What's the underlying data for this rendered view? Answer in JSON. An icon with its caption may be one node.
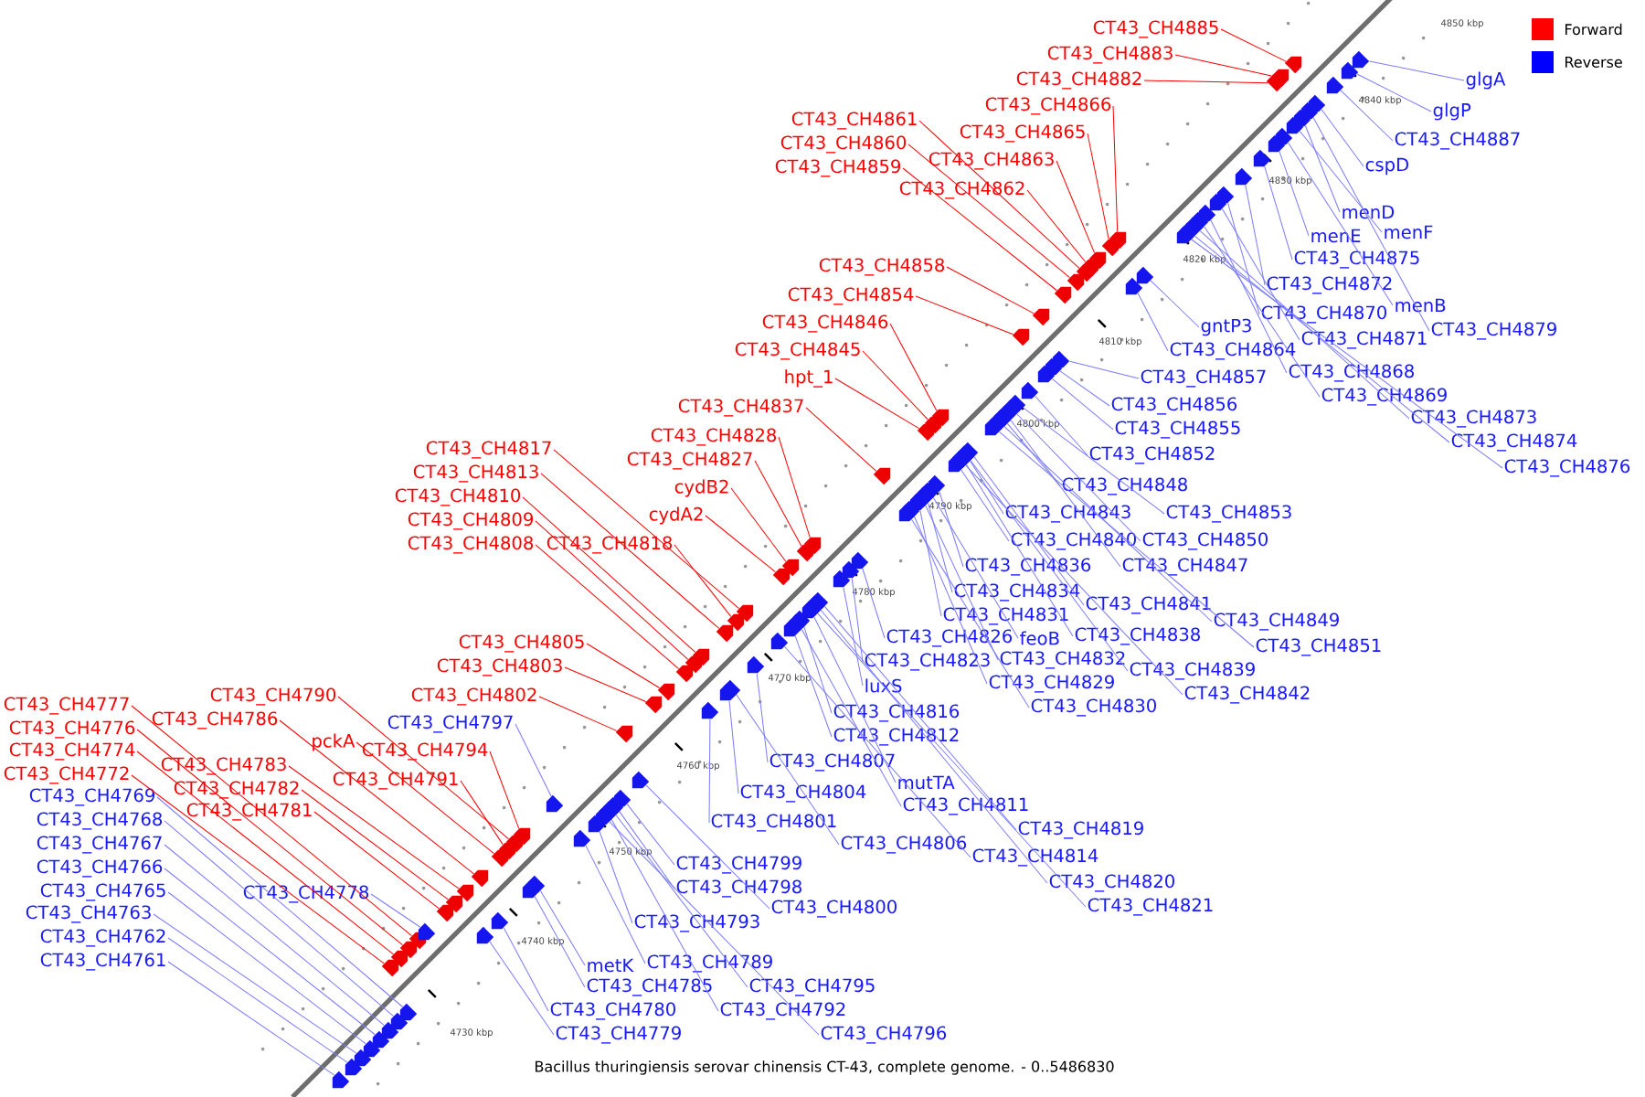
{
  "diagram": {
    "caption": "Bacillus thuringiensis serovar chinensis CT-43, complete genome. - 0..5486830",
    "nodes": [
      {
        "text": [
          "CT43_CH4885"
        ]
      },
      {
        "text": [
          "CT43_CH4883"
        ]
      },
      {
        "text": [
          "CT43_CH4882"
        ]
      },
      {
        "text": [
          "CT43_CH4866"
        ]
      },
      {
        "text": [
          "CT43_CH4865"
        ]
      },
      {
        "text": [
          "CT43_CH4861"
        ]
      },
      {
        "text": [
          "CT43_CH4860"
        ]
      },
      {
        "text": [
          "CT43_CH4863"
        ]
      },
      {
        "text": [
          "CT43_CH4859"
        ]
      },
      {
        "text": [
          "CT43_CH4862"
        ]
      },
      {
        "text": [
          "CT43_CH4858"
        ]
      },
      {
        "text": [
          "CT43_CH4854"
        ]
      },
      {
        "text": [
          "CT43_CH4846"
        ]
      },
      {
        "text": [
          "CT43_CH4845"
        ]
      },
      {
        "text": [
          "hpt_1"
        ]
      },
      {
        "text": [
          "CT43_CH4837"
        ]
      },
      {
        "text": [
          "CT43_CH4828"
        ]
      },
      {
        "text": [
          "CT43_CH4827"
        ]
      },
      {
        "text": [
          "CT43_CH4817"
        ]
      },
      {
        "text": [
          "CT43_CH4813"
        ]
      },
      {
        "text": [
          "cydB2"
        ]
      },
      {
        "text": [
          "cydA2"
        ]
      },
      {
        "text": [
          "CT43_CH4810"
        ]
      },
      {
        "text": [
          "CT43_CH4809"
        ]
      },
      {
        "text": [
          "CT43_CH4818"
        ]
      },
      {
        "text": [
          "CT43_CH4808"
        ]
      },
      {
        "text": [
          "CT43_CH4805"
        ]
      },
      {
        "text": [
          "CT43_CH4803"
        ]
      },
      {
        "text": [
          "CT43_CH4802"
        ]
      },
      {
        "text": [
          "CT43_CH4790"
        ]
      },
      {
        "text": [
          "CT43_CH4786"
        ]
      },
      {
        "text": [
          "pckA"
        ]
      },
      {
        "text": [
          "CT43_CH4794"
        ]
      },
      {
        "text": [
          "CT43_CH4783"
        ]
      },
      {
        "text": [
          "CT43_CH4791"
        ]
      },
      {
        "text": [
          "CT43_CH4782"
        ]
      },
      {
        "text": [
          "CT43_CH4781"
        ]
      },
      {
        "text": [
          "CT43_CH4777"
        ]
      },
      {
        "text": [
          "CT43_CH4776"
        ]
      },
      {
        "text": [
          "CT43_CH4774"
        ]
      },
      {
        "text": [
          "CT43_CH4772"
        ]
      },
      {
        "text": [
          "glgA"
        ]
      },
      {
        "text": [
          "glgP"
        ]
      },
      {
        "text": [
          "CT43_CH4887"
        ]
      },
      {
        "text": [
          "cspD"
        ]
      },
      {
        "text": [
          "menD"
        ]
      },
      {
        "text": [
          "menF"
        ]
      },
      {
        "text": [
          "menE"
        ]
      },
      {
        "text": [
          "CT43_CH4875"
        ]
      },
      {
        "text": [
          "CT43_CH4872"
        ]
      },
      {
        "text": [
          "menB"
        ]
      },
      {
        "text": [
          "CT43_CH4870"
        ]
      },
      {
        "text": [
          "CT43_CH4879"
        ]
      },
      {
        "text": [
          "CT43_CH4871"
        ]
      },
      {
        "text": [
          "gntP3"
        ]
      },
      {
        "text": [
          "CT43_CH4864"
        ]
      },
      {
        "text": [
          "CT43_CH4857"
        ]
      },
      {
        "text": [
          "CT43_CH4868"
        ]
      },
      {
        "text": [
          "CT43_CH4869"
        ]
      },
      {
        "text": [
          "CT43_CH4856"
        ]
      },
      {
        "text": [
          "CT43_CH4873"
        ]
      },
      {
        "text": [
          "CT43_CH4855"
        ]
      },
      {
        "text": [
          "CT43_CH4874"
        ]
      },
      {
        "text": [
          "CT43_CH4852"
        ]
      },
      {
        "text": [
          "CT43_CH4876"
        ]
      },
      {
        "text": [
          "CT43_CH4848"
        ]
      },
      {
        "text": [
          "CT43_CH4853"
        ]
      },
      {
        "text": [
          "CT43_CH4843"
        ]
      },
      {
        "text": [
          "CT43_CH4840"
        ]
      },
      {
        "text": [
          "CT43_CH4850"
        ]
      },
      {
        "text": [
          "CT43_CH4836"
        ]
      },
      {
        "text": [
          "CT43_CH4847"
        ]
      },
      {
        "text": [
          "CT43_CH4834"
        ]
      },
      {
        "text": [
          "CT43_CH4841"
        ]
      },
      {
        "text": [
          "CT43_CH4831"
        ]
      },
      {
        "text": [
          "CT43_CH4849"
        ]
      },
      {
        "text": [
          "CT43_CH4826"
        ]
      },
      {
        "text": [
          "feoB"
        ]
      },
      {
        "text": [
          "CT43_CH4838"
        ]
      },
      {
        "text": [
          "CT43_CH4851"
        ]
      },
      {
        "text": [
          "CT43_CH4823"
        ]
      },
      {
        "text": [
          "CT43_CH4832"
        ]
      },
      {
        "text": [
          "CT43_CH4829"
        ]
      },
      {
        "text": [
          "CT43_CH4839"
        ]
      },
      {
        "text": [
          "luxS"
        ]
      },
      {
        "text": [
          "CT43_CH4830"
        ]
      },
      {
        "text": [
          "CT43_CH4842"
        ]
      },
      {
        "text": [
          "CT43_CH4816"
        ]
      },
      {
        "text": [
          "CT43_CH4812"
        ]
      },
      {
        "text": [
          "CT43_CH4797"
        ]
      },
      {
        "text": [
          "CT43_CH4807"
        ]
      },
      {
        "text": [
          "mutTA"
        ]
      },
      {
        "text": [
          "CT43_CH4804"
        ]
      },
      {
        "text": [
          "CT43_CH4811"
        ]
      },
      {
        "text": [
          "CT43_CH4801"
        ]
      },
      {
        "text": [
          "CT43_CH4819"
        ]
      },
      {
        "text": [
          "CT43_CH4806"
        ]
      },
      {
        "text": [
          "CT43_CH4814"
        ]
      },
      {
        "text": [
          "CT43_CH4799"
        ]
      },
      {
        "text": [
          "CT43_CH4820"
        ]
      },
      {
        "text": [
          "CT43_CH4798"
        ]
      },
      {
        "text": [
          "CT43_CH4800"
        ]
      },
      {
        "text": [
          "CT43_CH4821"
        ]
      },
      {
        "text": [
          "CT43_CH4793"
        ]
      },
      {
        "text": [
          "CT43_CH4789"
        ]
      },
      {
        "text": [
          "metK"
        ]
      },
      {
        "text": [
          "CT43_CH4785"
        ]
      },
      {
        "text": [
          "CT43_CH4795"
        ]
      },
      {
        "text": [
          "CT43_CH4792"
        ]
      },
      {
        "text": [
          "CT43_CH4780"
        ]
      },
      {
        "text": [
          "CT43_CH4796"
        ]
      },
      {
        "text": [
          "CT43_CH4779"
        ]
      },
      {
        "text": [
          "CT43_CH4778"
        ]
      },
      {
        "text": [
          "CT43_CH4769"
        ]
      },
      {
        "text": [
          "CT43_CH4768"
        ]
      },
      {
        "text": [
          "CT43_CH4767"
        ]
      },
      {
        "text": [
          "CT43_CH4766"
        ]
      },
      {
        "text": [
          "CT43_CH4765"
        ]
      },
      {
        "text": [
          "CT43_CH4763"
        ]
      },
      {
        "text": [
          "CT43_CH4762"
        ]
      },
      {
        "text": [
          "CT43_CH4761"
        ]
      },
      {
        "text": [],
        "shape": "pentagon"
      },
      {
        "text": [],
        "shape": "pentagon"
      },
      {
        "text": [],
        "shape": "pentagon"
      },
      {
        "text": [],
        "shape": "pentagon"
      },
      {
        "text": [],
        "shape": "pentagon"
      },
      {
        "text": [],
        "shape": "pentagon"
      },
      {
        "text": [],
        "shape": "pentagon"
      },
      {
        "text": [],
        "shape": "pentagon"
      },
      {
        "text": [],
        "shape": "pentagon"
      },
      {
        "text": [],
        "shape": "pentagon"
      },
      {
        "text": [],
        "shape": "pentagon"
      },
      {
        "text": [],
        "shape": "pentagon"
      },
      {
        "text": [],
        "shape": "pentagon"
      },
      {
        "text": [],
        "shape": "pentagon"
      },
      {
        "text": [],
        "shape": "pentagon"
      },
      {
        "text": [],
        "shape": "pentagon"
      },
      {
        "text": [],
        "shape": "pentagon"
      },
      {
        "text": [],
        "shape": "pentagon"
      },
      {
        "text": [],
        "shape": "pentagon"
      },
      {
        "text": [],
        "shape": "pentagon"
      },
      {
        "text": [],
        "shape": "pentagon"
      },
      {
        "text": [],
        "shape": "pentagon"
      },
      {
        "text": [],
        "shape": "pentagon"
      },
      {
        "text": [],
        "shape": "pentagon"
      },
      {
        "text": [],
        "shape": "pentagon"
      },
      {
        "text": [],
        "shape": "pentagon"
      },
      {
        "text": [],
        "shape": "pentagon"
      },
      {
        "text": [],
        "shape": "pentagon"
      },
      {
        "text": [],
        "shape": "pentagon"
      },
      {
        "text": [],
        "shape": "pentagon"
      },
      {
        "text": [],
        "shape": "pentagon"
      },
      {
        "text": [],
        "shape": "pentagon"
      },
      {
        "text": [],
        "shape": "pentagon"
      },
      {
        "text": [],
        "shape": "pentagon"
      },
      {
        "text": [],
        "shape": "pentagon"
      },
      {
        "text": [],
        "shape": "pentagon"
      },
      {
        "text": [],
        "shape": "pentagon"
      },
      {
        "text": [],
        "shape": "pentagon"
      },
      {
        "text": [],
        "shape": "pentagon"
      },
      {
        "text": [],
        "shape": "pentagon"
      },
      {
        "text": [],
        "shape": "pentagon"
      },
      {
        "text": [],
        "shape": "pentagon"
      },
      {
        "text": [],
        "shape": "pentagon"
      },
      {
        "text": [],
        "shape": "pentagon"
      },
      {
        "text": [],
        "shape": "pentagon"
      },
      {
        "text": [],
        "shape": "pentagon"
      },
      {
        "text": [],
        "shape": "pentagon"
      },
      {
        "text": [],
        "shape": "pentagon"
      },
      {
        "text": [],
        "shape": "pentagon"
      },
      {
        "text": [],
        "shape": "pentagon"
      },
      {
        "text": [],
        "shape": "pentagon"
      },
      {
        "text": [],
        "shape": "pentagon"
      },
      {
        "text": [],
        "shape": "pentagon"
      },
      {
        "text": [],
        "shape": "pentagon"
      },
      {
        "text": [],
        "shape": "pentagon"
      },
      {
        "text": [],
        "shape": "pentagon"
      },
      {
        "text": [],
        "shape": "pentagon"
      },
      {
        "text": [],
        "shape": "pentagon"
      },
      {
        "text": [],
        "shape": "pentagon"
      },
      {
        "text": [],
        "shape": "pentagon"
      },
      {
        "text": [],
        "shape": "pentagon"
      },
      {
        "text": [],
        "shape": "pentagon"
      },
      {
        "text": [],
        "shape": "pentagon"
      },
      {
        "text": [],
        "shape": "pentagon"
      },
      {
        "text": [],
        "shape": "pentagon"
      },
      {
        "text": [],
        "shape": "pentagon"
      },
      {
        "text": [],
        "shape": "pentagon"
      },
      {
        "text": [],
        "shape": "pentagon"
      },
      {
        "text": [],
        "shape": "pentagon"
      },
      {
        "text": [],
        "shape": "pentagon"
      },
      {
        "text": [],
        "shape": "pentagon"
      },
      {
        "text": [],
        "shape": "pentagon"
      },
      {
        "text": [],
        "shape": "pentagon"
      },
      {
        "text": [],
        "shape": "pentagon"
      },
      {
        "text": [],
        "shape": "pentagon"
      },
      {
        "text": [],
        "shape": "pentagon"
      },
      {
        "text": [],
        "shape": "pentagon"
      },
      {
        "text": [],
        "shape": "pentagon"
      },
      {
        "text": [],
        "shape": "pentagon"
      },
      {
        "text": [],
        "shape": "pentagon"
      },
      {
        "text": [],
        "shape": "pentagon"
      },
      {
        "text": [],
        "shape": "pentagon"
      },
      {
        "text": [],
        "shape": "pentagon"
      },
      {
        "text": [],
        "shape": "pentagon"
      },
      {
        "text": [],
        "shape": "pentagon"
      },
      {
        "text": [],
        "shape": "pentagon"
      },
      {
        "text": [],
        "shape": "pentagon"
      },
      {
        "text": [],
        "shape": "pentagon"
      },
      {
        "text": [],
        "shape": "pentagon"
      },
      {
        "text": [],
        "shape": "pentagon"
      },
      {
        "text": [],
        "shape": "pentagon"
      },
      {
        "text": [],
        "shape": "pentagon"
      },
      {
        "text": [],
        "shape": "pentagon"
      },
      {
        "text": [],
        "shape": "pentagon"
      },
      {
        "text": [],
        "shape": "pentagon"
      },
      {
        "text": [],
        "shape": "pentagon"
      },
      {
        "text": [],
        "shape": "pentagon"
      },
      {
        "text": [],
        "shape": "pentagon"
      },
      {
        "text": [],
        "shape": "pentagon"
      },
      {
        "text": [],
        "shape": "pentagon"
      },
      {
        "text": [],
        "shape": "pentagon"
      },
      {
        "text": [],
        "shape": "pentagon"
      },
      {
        "text": [],
        "shape": "pentagon"
      },
      {
        "text": [],
        "shape": "pentagon"
      },
      {
        "text": [],
        "shape": "pentagon"
      },
      {
        "text": [],
        "shape": "pentagon"
      },
      {
        "text": [],
        "shape": "pentagon"
      },
      {
        "text": [],
        "shape": "pentagon"
      },
      {
        "text": [],
        "shape": "pentagon"
      },
      {
        "text": [],
        "shape": "pentagon"
      },
      {
        "text": [],
        "shape": "pentagon"
      },
      {
        "text": [],
        "shape": "pentagon"
      },
      {
        "text": [],
        "shape": "pentagon"
      },
      {
        "text": [],
        "shape": "pentagon"
      },
      {
        "text": [],
        "shape": "pentagon"
      },
      {
        "text": [],
        "shape": "pentagon"
      },
      {
        "text": [],
        "shape": "pentagon"
      },
      {
        "text": [],
        "shape": "pentagon"
      },
      {
        "text": [],
        "shape": "pentagon"
      },
      {
        "text": [],
        "shape": "pentagon"
      },
      {
        "text": [],
        "shape": "pentagon"
      }
    ],
    "edges": [
      {
        "from": 0,
        "to": 121,
        "arrow": "none",
        "color": "#ff0000"
      },
      {
        "from": 1,
        "to": 122,
        "arrow": "none",
        "color": "#ff0000"
      },
      {
        "from": 2,
        "to": 123,
        "arrow": "none",
        "color": "#ff0000"
      },
      {
        "from": 3,
        "to": 124,
        "arrow": "none",
        "color": "#ff0000"
      },
      {
        "from": 4,
        "to": 125,
        "arrow": "none",
        "color": "#ff0000"
      },
      {
        "from": 5,
        "to": 126,
        "arrow": "none",
        "color": "#ff0000"
      },
      {
        "from": 6,
        "to": 127,
        "arrow": "none",
        "color": "#ff0000"
      },
      {
        "from": 7,
        "to": 128,
        "arrow": "none",
        "color": "#ff0000"
      },
      {
        "from": 8,
        "to": 129,
        "arrow": "none",
        "color": "#ff0000"
      },
      {
        "from": 9,
        "to": 130,
        "arrow": "none",
        "color": "#ff0000"
      },
      {
        "from": 10,
        "to": 131,
        "arrow": "none",
        "color": "#ff0000"
      },
      {
        "from": 11,
        "to": 132,
        "arrow": "none",
        "color": "#ff0000"
      },
      {
        "from": 12,
        "to": 133,
        "arrow": "none",
        "color": "#ff0000"
      },
      {
        "from": 13,
        "to": 134,
        "arrow": "none",
        "color": "#ff0000"
      },
      {
        "from": 14,
        "to": 135,
        "arrow": "none",
        "color": "#ff0000"
      },
      {
        "from": 15,
        "to": 136,
        "arrow": "none",
        "color": "#ff0000"
      },
      {
        "from": 16,
        "to": 137,
        "arrow": "none",
        "color": "#ff0000"
      },
      {
        "from": 17,
        "to": 138,
        "arrow": "none",
        "color": "#ff0000"
      },
      {
        "from": 18,
        "to": 139,
        "arrow": "none",
        "color": "#ff0000"
      },
      {
        "from": 19,
        "to": 140,
        "arrow": "none",
        "color": "#ff0000"
      },
      {
        "from": 20,
        "to": 141,
        "arrow": "none",
        "color": "#ff0000"
      },
      {
        "from": 21,
        "to": 142,
        "arrow": "none",
        "color": "#ff0000"
      },
      {
        "from": 22,
        "to": 143,
        "arrow": "none",
        "color": "#ff0000"
      },
      {
        "from": 23,
        "to": 144,
        "arrow": "none",
        "color": "#ff0000"
      },
      {
        "from": 24,
        "to": 145,
        "arrow": "none",
        "color": "#ff0000"
      },
      {
        "from": 25,
        "to": 146,
        "arrow": "none",
        "color": "#ff0000"
      },
      {
        "from": 26,
        "to": 147,
        "arrow": "none",
        "color": "#ff0000"
      },
      {
        "from": 27,
        "to": 148,
        "arrow": "none",
        "color": "#ff0000"
      },
      {
        "from": 28,
        "to": 149,
        "arrow": "none",
        "color": "#ff0000"
      },
      {
        "from": 29,
        "to": 150,
        "arrow": "none",
        "color": "#ff0000"
      },
      {
        "from": 30,
        "to": 151,
        "arrow": "none",
        "color": "#ff0000"
      },
      {
        "from": 31,
        "to": 152,
        "arrow": "none",
        "color": "#ff0000"
      },
      {
        "from": 32,
        "to": 153,
        "arrow": "none",
        "color": "#ff0000"
      },
      {
        "from": 33,
        "to": 154,
        "arrow": "none",
        "color": "#ff0000"
      },
      {
        "from": 34,
        "to": 155,
        "arrow": "none",
        "color": "#ff0000"
      },
      {
        "from": 35,
        "to": 156,
        "arrow": "none",
        "color": "#ff0000"
      },
      {
        "from": 36,
        "to": 157,
        "arrow": "none",
        "color": "#ff0000"
      },
      {
        "from": 37,
        "to": 158,
        "arrow": "none",
        "color": "#ff0000"
      },
      {
        "from": 38,
        "to": 159,
        "arrow": "none",
        "color": "#ff0000"
      },
      {
        "from": 39,
        "to": 160,
        "arrow": "none",
        "color": "#ff0000"
      },
      {
        "from": 40,
        "to": 161,
        "arrow": "none",
        "color": "#ff0000"
      },
      {
        "from": 41,
        "to": 162,
        "arrow": "none"
      },
      {
        "from": 42,
        "to": 163,
        "arrow": "none"
      },
      {
        "from": 43,
        "to": 164,
        "arrow": "none"
      },
      {
        "from": 44,
        "to": 165,
        "arrow": "none"
      },
      {
        "from": 45,
        "to": 166,
        "arrow": "none"
      },
      {
        "from": 46,
        "to": 167,
        "arrow": "none"
      },
      {
        "from": 47,
        "to": 168,
        "arrow": "none"
      },
      {
        "from": 48,
        "to": 169,
        "arrow": "none"
      },
      {
        "from": 49,
        "to": 170,
        "arrow": "none"
      },
      {
        "from": 50,
        "to": 171,
        "arrow": "none"
      },
      {
        "from": 51,
        "to": 172,
        "arrow": "none"
      },
      {
        "from": 52,
        "to": 173,
        "arrow": "none"
      },
      {
        "from": 53,
        "to": 174,
        "arrow": "none"
      },
      {
        "from": 54,
        "to": 175,
        "arrow": "none"
      },
      {
        "from": 55,
        "to": 176,
        "arrow": "none"
      },
      {
        "from": 56,
        "to": 177,
        "arrow": "none"
      },
      {
        "from": 57,
        "to": 178,
        "arrow": "none"
      },
      {
        "from": 58,
        "to": 179,
        "arrow": "none"
      },
      {
        "from": 59,
        "to": 180,
        "arrow": "none"
      },
      {
        "from": 60,
        "to": 181,
        "arrow": "none"
      },
      {
        "from": 61,
        "to": 182,
        "arrow": "none"
      },
      {
        "from": 62,
        "to": 183,
        "arrow": "none"
      },
      {
        "from": 63,
        "to": 184,
        "arrow": "none"
      },
      {
        "from": 64,
        "to": 185,
        "arrow": "none"
      },
      {
        "from": 65,
        "to": 186,
        "arrow": "none"
      },
      {
        "from": 66,
        "to": 187,
        "arrow": "none"
      },
      {
        "from": 67,
        "to": 188,
        "arrow": "none"
      },
      {
        "from": 68,
        "to": 189,
        "arrow": "none"
      },
      {
        "from": 69,
        "to": 190,
        "arrow": "none"
      },
      {
        "from": 70,
        "to": 191,
        "arrow": "none"
      },
      {
        "from": 71,
        "to": 192,
        "arrow": "none"
      },
      {
        "from": 72,
        "to": 193,
        "arrow": "none"
      },
      {
        "from": 73,
        "to": 194,
        "arrow": "none"
      },
      {
        "from": 74,
        "to": 195,
        "arrow": "none"
      },
      {
        "from": 75,
        "to": 196,
        "arrow": "none"
      },
      {
        "from": 76,
        "to": 197,
        "arrow": "none"
      },
      {
        "from": 77,
        "to": 198,
        "arrow": "none"
      },
      {
        "from": 78,
        "to": 199,
        "arrow": "none"
      },
      {
        "from": 79,
        "to": 200,
        "arrow": "none"
      },
      {
        "from": 80,
        "to": 201,
        "arrow": "none"
      },
      {
        "from": 81,
        "to": 202,
        "arrow": "none"
      },
      {
        "from": 82,
        "to": 203,
        "arrow": "none"
      },
      {
        "from": 83,
        "to": 204,
        "arrow": "none"
      },
      {
        "from": 84,
        "to": 205,
        "arrow": "none"
      },
      {
        "from": 85,
        "to": 206,
        "arrow": "none"
      },
      {
        "from": 86,
        "to": 207,
        "arrow": "none"
      },
      {
        "from": 87,
        "to": 208,
        "arrow": "none"
      },
      {
        "from": 88,
        "to": 209,
        "arrow": "none"
      },
      {
        "from": 89,
        "to": 210,
        "arrow": "none"
      },
      {
        "from": 90,
        "to": 211,
        "arrow": "none"
      },
      {
        "from": 91,
        "to": 212,
        "arrow": "none"
      },
      {
        "from": 92,
        "to": 213,
        "arrow": "none"
      },
      {
        "from": 93,
        "to": 214,
        "arrow": "none"
      },
      {
        "from": 94,
        "to": 215,
        "arrow": "none"
      },
      {
        "from": 95,
        "to": 216,
        "arrow": "none"
      },
      {
        "from": 96,
        "to": 217,
        "arrow": "none"
      },
      {
        "from": 97,
        "to": 218,
        "arrow": "none"
      },
      {
        "from": 98,
        "to": 219,
        "arrow": "none"
      },
      {
        "from": 99,
        "to": 220,
        "arrow": "none"
      },
      {
        "from": 100,
        "to": 221,
        "arrow": "none"
      },
      {
        "from": 101,
        "to": 222,
        "arrow": "none"
      },
      {
        "from": 102,
        "to": 223,
        "arrow": "none"
      },
      {
        "from": 103,
        "to": 224,
        "arrow": "none"
      },
      {
        "from": 104,
        "to": 225,
        "arrow": "none"
      },
      {
        "from": 105,
        "to": 226,
        "arrow": "none"
      },
      {
        "from": 106,
        "to": 227,
        "arrow": "none"
      },
      {
        "from": 107,
        "to": 228,
        "arrow": "none"
      },
      {
        "from": 108,
        "to": 229,
        "arrow": "none"
      },
      {
        "from": 109,
        "to": 230,
        "arrow": "none"
      },
      {
        "from": 110,
        "to": 231,
        "arrow": "none"
      },
      {
        "from": 111,
        "to": 232,
        "arrow": "none"
      },
      {
        "from": 112,
        "to": 233,
        "arrow": "none"
      },
      {
        "from": 113,
        "to": 234,
        "arrow": "none"
      },
      {
        "from": 114,
        "to": 235,
        "arrow": "none"
      },
      {
        "from": 115,
        "to": 236,
        "arrow": "none"
      },
      {
        "from": 116,
        "to": 237,
        "arrow": "none"
      },
      {
        "from": 117,
        "to": 238,
        "arrow": "none"
      },
      {
        "from": 118,
        "to": 239,
        "arrow": "none"
      },
      {
        "from": 119,
        "to": 240,
        "arrow": "none"
      },
      {
        "from": 120,
        "to": 241,
        "arrow": "none"
      }
    ],
    "labels": [
      "4850 kbp",
      "4840 kbp",
      "4830 kbp",
      "4820 kbp",
      "4810 kbp",
      "4800 kbp",
      "4790 kbp",
      "4780 kbp",
      "4770 kbp",
      "4760 kbp",
      "4750 kbp",
      "4740 kbp",
      "4730 kbp"
    ],
    "legend": [
      {
        "text": "Forward",
        "color": "#ff0000"
      },
      {
        "text": "Reverse",
        "color": "#0000ff"
      }
    ]
  }
}
